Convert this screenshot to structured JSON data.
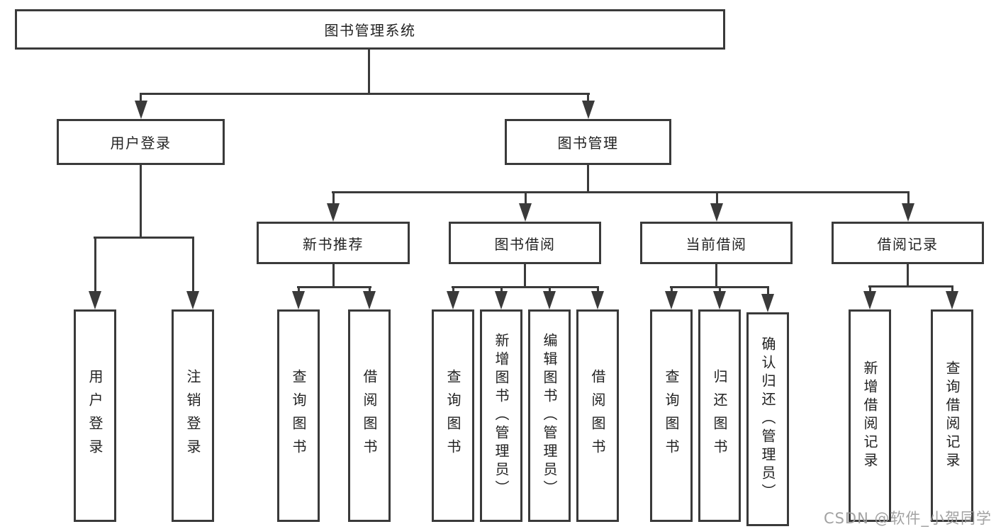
{
  "diagram": {
    "title": "图书管理系统",
    "root": {
      "label": "图书管理系统"
    },
    "level2": [
      {
        "label": "用户登录"
      },
      {
        "label": "图书管理"
      }
    ],
    "level3": [
      {
        "label": "新书推荐"
      },
      {
        "label": "图书借阅"
      },
      {
        "label": "当前借阅"
      },
      {
        "label": "借阅记录"
      }
    ],
    "leaves": {
      "user_login": [
        {
          "label": "用户登录"
        },
        {
          "label": "注销登录"
        }
      ],
      "new_book": [
        {
          "label": "查询图书"
        },
        {
          "label": "借阅图书"
        }
      ],
      "book_borrow": [
        {
          "label": "查询图书"
        },
        {
          "label": "新增图书（管理员）"
        },
        {
          "label": "编辑图书（管理员）"
        },
        {
          "label": "借阅图书"
        }
      ],
      "current_borrow": [
        {
          "label": "查询图书"
        },
        {
          "label": "归还图书"
        },
        {
          "label": "确认归还（管理员）"
        }
      ],
      "borrow_record": [
        {
          "label": "新增借阅记录"
        },
        {
          "label": "查询借阅记录"
        }
      ]
    }
  },
  "watermark": {
    "text": "CSDN @软件_小贺同学"
  },
  "colors": {
    "line": "#3a3a3a",
    "text": "#222222",
    "background": "#ffffff",
    "watermark": "#9b9b9b"
  }
}
